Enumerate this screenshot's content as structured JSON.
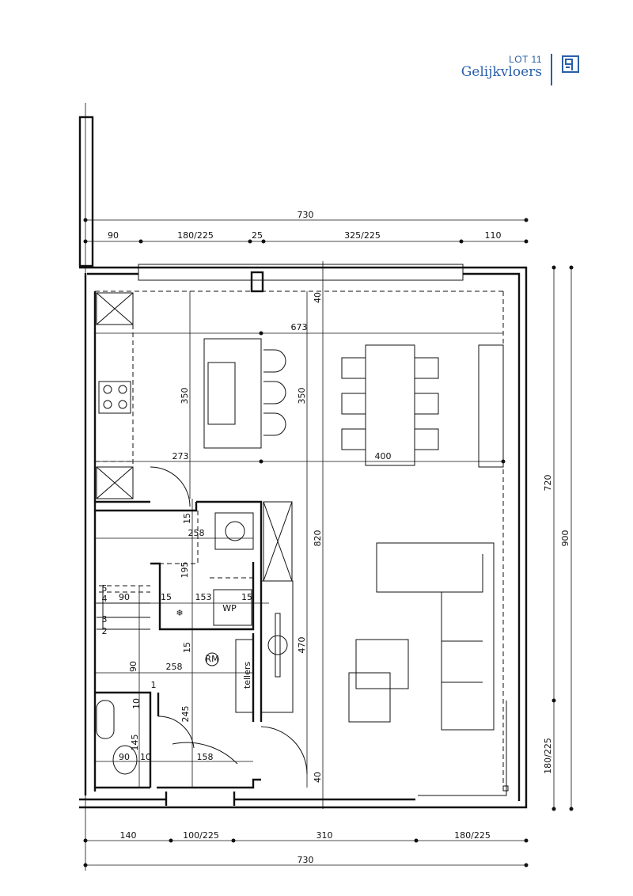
{
  "header": {
    "lot": "LOT 11",
    "title": "Gelijkvloers",
    "logo_icon": "floorplan-icon",
    "color": "#2a5fa8"
  },
  "dimensions": {
    "top": {
      "total": "730",
      "segments": [
        "90",
        "180/225",
        "25",
        "325/225",
        "110"
      ]
    },
    "bottom": {
      "total": "730",
      "segments": [
        "140",
        "100/225",
        "310",
        "180/225"
      ]
    },
    "right": [
      "720",
      "900",
      "180/225"
    ],
    "interior": {
      "living_width": "673",
      "kitchen_depth": "350",
      "dining_depth": "350",
      "kitchen_width": "273",
      "table_width": "400",
      "total_depth": "820",
      "lower_depth": "470",
      "top_gap": "40",
      "bottom_gap": "40",
      "utility_width": "258",
      "utility_gap": "15",
      "utility_depth": "195",
      "stair_width": "90",
      "wall_a": "15",
      "storage_width": "153",
      "wall_b": "15",
      "hall_gap": "15",
      "hall_width": "258",
      "stair_height": "90",
      "wc_gap": "10",
      "entry_depth": "245",
      "wc_depth": "145",
      "wc_width": "90",
      "wc_wall": "10",
      "entry_width": "158"
    },
    "labels": {
      "heat_pump": "WP",
      "meters": "tellers",
      "rm": "RM"
    },
    "stair_steps": [
      "5",
      "4",
      "3",
      "2",
      "1"
    ]
  }
}
